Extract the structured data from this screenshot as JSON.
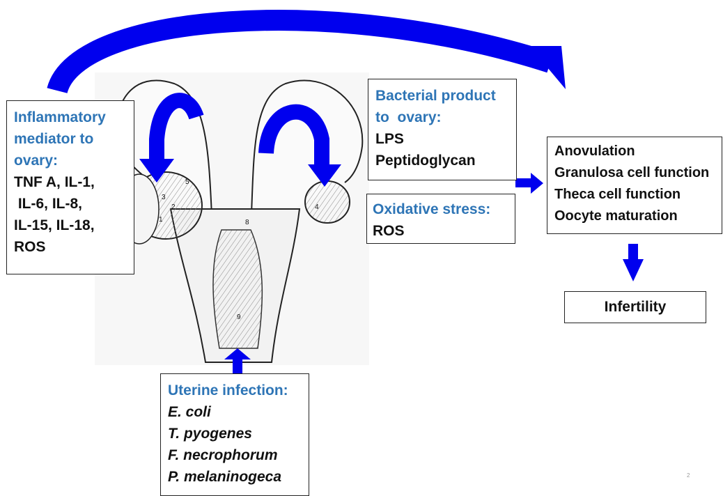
{
  "inflammatory_box": {
    "heading": [
      "Inflammatory",
      "mediator to",
      "ovary:"
    ],
    "items": [
      "TNF A, IL-1,",
      " IL-6, IL-8,",
      "IL-15, IL-18,",
      "ROS"
    ]
  },
  "bacterial_box": {
    "heading": [
      "Bacterial product",
      "to  ovary:"
    ],
    "items": [
      "LPS",
      "Peptidoglycan"
    ]
  },
  "oxidative_box": {
    "heading": "Oxidative stress:",
    "items": [
      "ROS"
    ]
  },
  "effects_box": {
    "items": [
      "Anovulation",
      "Granulosa cell function",
      "Theca cell function",
      "Oocyte maturation"
    ]
  },
  "infertility_box": {
    "label": "Infertility"
  },
  "uterine_box": {
    "heading": "Uterine infection:",
    "items": [
      "E. coli",
      "T. pyogenes",
      "F. necrophorum",
      "P. melaninogeca"
    ]
  },
  "illustration_labels": [
    "1",
    "2",
    "3",
    "5",
    "4",
    "8",
    "9"
  ],
  "page_number": "2",
  "colors": {
    "arrow": "#0000ee",
    "heading": "#2e75b6",
    "text": "#111111"
  }
}
